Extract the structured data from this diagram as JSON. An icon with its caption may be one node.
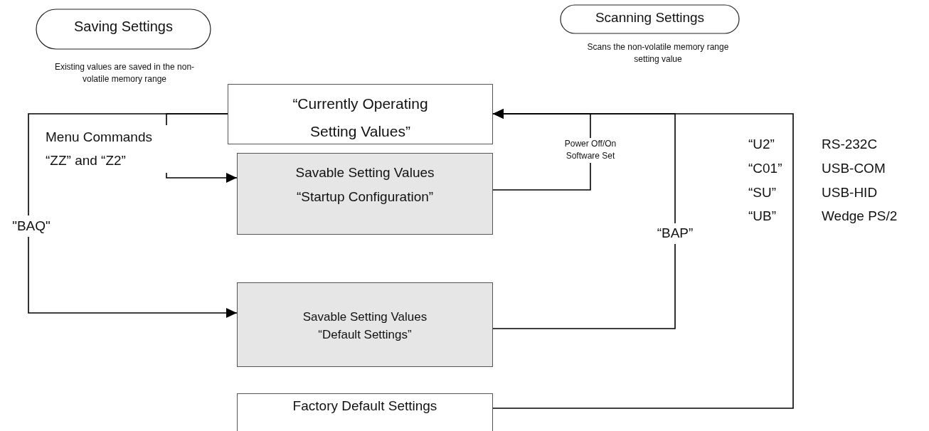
{
  "diagram": {
    "nodes": [
      {
        "text": [
          "Saving Settings"
        ],
        "beside": [
          "Existing values are saved in the non-volatile memory range"
        ]
      },
      {
        "text": [
          "Scanning Settings"
        ],
        "beside": [
          "Scans the non-volatile memory range setting value"
        ]
      },
      {
        "text": [
          "“Currently Operating Setting Values”"
        ]
      },
      {
        "text": [
          "Savable Setting Values",
          "“Startup Configuration”"
        ]
      },
      {
        "text": [
          "Savable Setting Values",
          "“Default Settings”"
        ]
      },
      {
        "text": [
          "Factory Default Settings"
        ]
      }
    ],
    "edges": [
      {
        "from": 2,
        "to": 3,
        "arrow": "to",
        "label": "Menu Commands “ZZ” and “Z2”"
      },
      {
        "from": 2,
        "to": 4,
        "arrow": "to",
        "label": "\"BAQ\""
      },
      {
        "from": 3,
        "to": 2,
        "arrow": "to",
        "label": "Power Off/On Software Set"
      },
      {
        "from": 4,
        "to": 2,
        "arrow": "to",
        "label": "“BAP”"
      },
      {
        "from": 5,
        "to": 2,
        "arrow": "to",
        "label": "“U2” “C01” “SU” “UB”"
      }
    ],
    "labels": [
      "RS-232C",
      "USB-COM",
      "USB-HID",
      "Wedge PS/2"
    ]
  }
}
